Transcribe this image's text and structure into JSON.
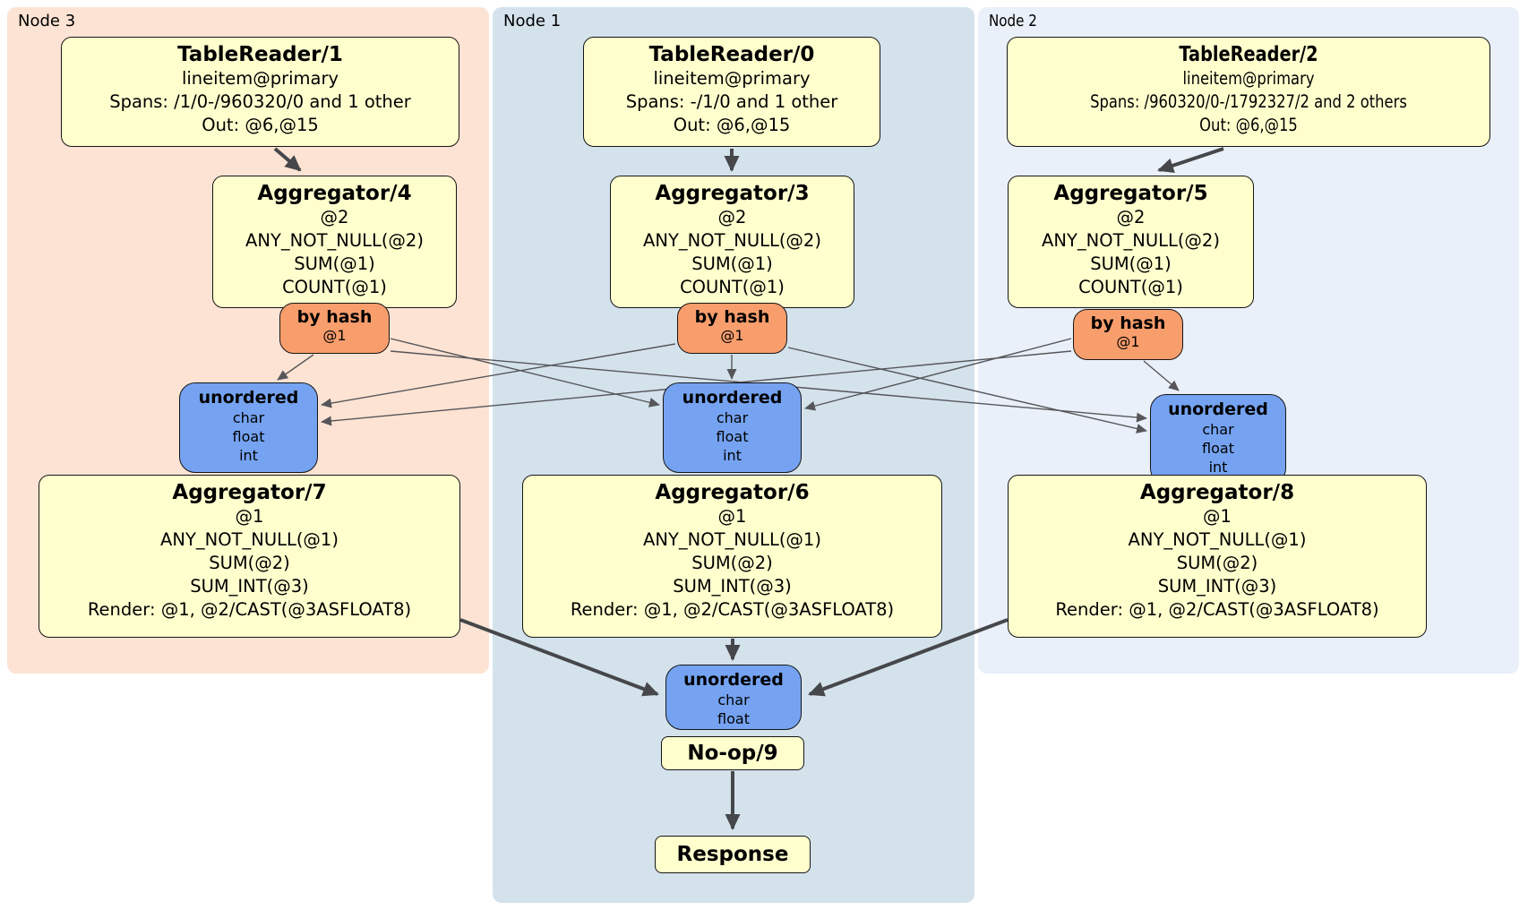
{
  "nodes": [
    {
      "label": "Node 3"
    },
    {
      "label": "Node 1"
    },
    {
      "label": "Node 2"
    }
  ],
  "boxes": {
    "tr1": {
      "title": "TableReader/1",
      "lines": [
        "lineitem@primary",
        "Spans: /1/0-/960320/0 and 1 other",
        "Out: @6,@15"
      ]
    },
    "agg4": {
      "title": "Aggregator/4",
      "lines": [
        "@2",
        "ANY_NOT_NULL(@2)",
        "SUM(@1)",
        "COUNT(@1)"
      ]
    },
    "hash3": {
      "title": "by hash",
      "sub": "@1"
    },
    "un3": {
      "title": "unordered",
      "lines": [
        "char",
        "float",
        "int"
      ]
    },
    "agg7": {
      "title": "Aggregator/7",
      "lines": [
        "@1",
        "ANY_NOT_NULL(@1)",
        "SUM(@2)",
        "SUM_INT(@3)",
        "Render: @1, @2/CAST(@3ASFLOAT8)"
      ]
    },
    "tr0": {
      "title": "TableReader/0",
      "lines": [
        "lineitem@primary",
        "Spans: -/1/0 and 1 other",
        "Out: @6,@15"
      ]
    },
    "agg3": {
      "title": "Aggregator/3",
      "lines": [
        "@2",
        "ANY_NOT_NULL(@2)",
        "SUM(@1)",
        "COUNT(@1)"
      ]
    },
    "hash1": {
      "title": "by hash",
      "sub": "@1"
    },
    "un1": {
      "title": "unordered",
      "lines": [
        "char",
        "float",
        "int"
      ]
    },
    "agg6": {
      "title": "Aggregator/6",
      "lines": [
        "@1",
        "ANY_NOT_NULL(@1)",
        "SUM(@2)",
        "SUM_INT(@3)",
        "Render: @1, @2/CAST(@3ASFLOAT8)"
      ]
    },
    "tr2": {
      "title": "TableReader/2",
      "lines": [
        "lineitem@primary",
        "Spans: /960320/0-/1792327/2 and 2 others",
        "Out: @6,@15"
      ]
    },
    "agg5": {
      "title": "Aggregator/5",
      "lines": [
        "@2",
        "ANY_NOT_NULL(@2)",
        "SUM(@1)",
        "COUNT(@1)"
      ]
    },
    "hash2": {
      "title": "by hash",
      "sub": "@1"
    },
    "un2": {
      "title": "unordered",
      "lines": [
        "char",
        "float",
        "int"
      ]
    },
    "agg8": {
      "title": "Aggregator/8",
      "lines": [
        "@1",
        "ANY_NOT_NULL(@1)",
        "SUM(@2)",
        "SUM_INT(@3)",
        "Render: @1, @2/CAST(@3ASFLOAT8)"
      ]
    },
    "un0": {
      "title": "unordered",
      "lines": [
        "char",
        "float"
      ]
    },
    "noop": {
      "title": "No-op/9"
    },
    "response": {
      "title": "Response"
    }
  },
  "edges": [
    {
      "from": "tr1",
      "to": "agg4",
      "style": "thick"
    },
    {
      "from": "tr0",
      "to": "agg3",
      "style": "thick"
    },
    {
      "from": "tr2",
      "to": "agg5",
      "style": "thick"
    },
    {
      "from": "hash3",
      "to": "un3",
      "style": "thin"
    },
    {
      "from": "hash3",
      "to": "un1",
      "style": "thin"
    },
    {
      "from": "hash3",
      "to": "un2",
      "style": "thin"
    },
    {
      "from": "hash1",
      "to": "un3",
      "style": "thin"
    },
    {
      "from": "hash1",
      "to": "un1",
      "style": "thin"
    },
    {
      "from": "hash1",
      "to": "un2",
      "style": "thin"
    },
    {
      "from": "hash2",
      "to": "un3",
      "style": "thin"
    },
    {
      "from": "hash2",
      "to": "un1",
      "style": "thin"
    },
    {
      "from": "hash2",
      "to": "un2",
      "style": "thin"
    },
    {
      "from": "agg7",
      "to": "un0",
      "style": "thick"
    },
    {
      "from": "agg6",
      "to": "un0",
      "style": "thick"
    },
    {
      "from": "agg8",
      "to": "un0",
      "style": "thick"
    },
    {
      "from": "noop",
      "to": "response",
      "style": "thick"
    }
  ],
  "colors": {
    "node3_bg": "#fde3d3",
    "node1_bg": "#d4e2ec",
    "node2_bg": "#eaf0f9",
    "processor_box": "#ffffce",
    "hash_router": "#f89e6d",
    "sync_box": "#75a3f1",
    "thin_edge": "#56565a",
    "thick_edge": "#45474a"
  }
}
